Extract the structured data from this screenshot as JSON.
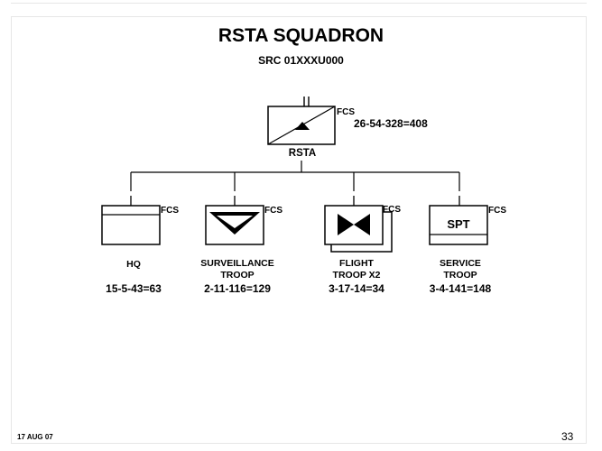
{
  "title": "RSTA SQUADRON",
  "subtitle": "SRC 01XXXU000",
  "footer_date": "17 AUG 07",
  "page_number": "33",
  "parent": {
    "label": "RSTA",
    "tag": "FCS",
    "strength": "26-54-328=408"
  },
  "units": [
    {
      "key": "hq",
      "label_lines": [
        "HQ"
      ],
      "tag": "FCS",
      "strength": "15-5-43=63",
      "symbol": "headquarters-symbol"
    },
    {
      "key": "surveillance",
      "label_lines": [
        "SURVEILLANCE",
        "TROOP"
      ],
      "tag": "FCS",
      "strength": "2-11-116=129",
      "symbol": "surveillance-symbol"
    },
    {
      "key": "flight",
      "label_lines": [
        "FLIGHT",
        "TROOP X2"
      ],
      "tag": "FCS",
      "strength": "3-17-14=34",
      "symbol": "aviation-bowtie-symbol"
    },
    {
      "key": "service",
      "label_lines": [
        "SERVICE",
        "TROOP"
      ],
      "tag": "FCS",
      "strength": "3-4-141=148",
      "symbol_text": "SPT"
    }
  ]
}
